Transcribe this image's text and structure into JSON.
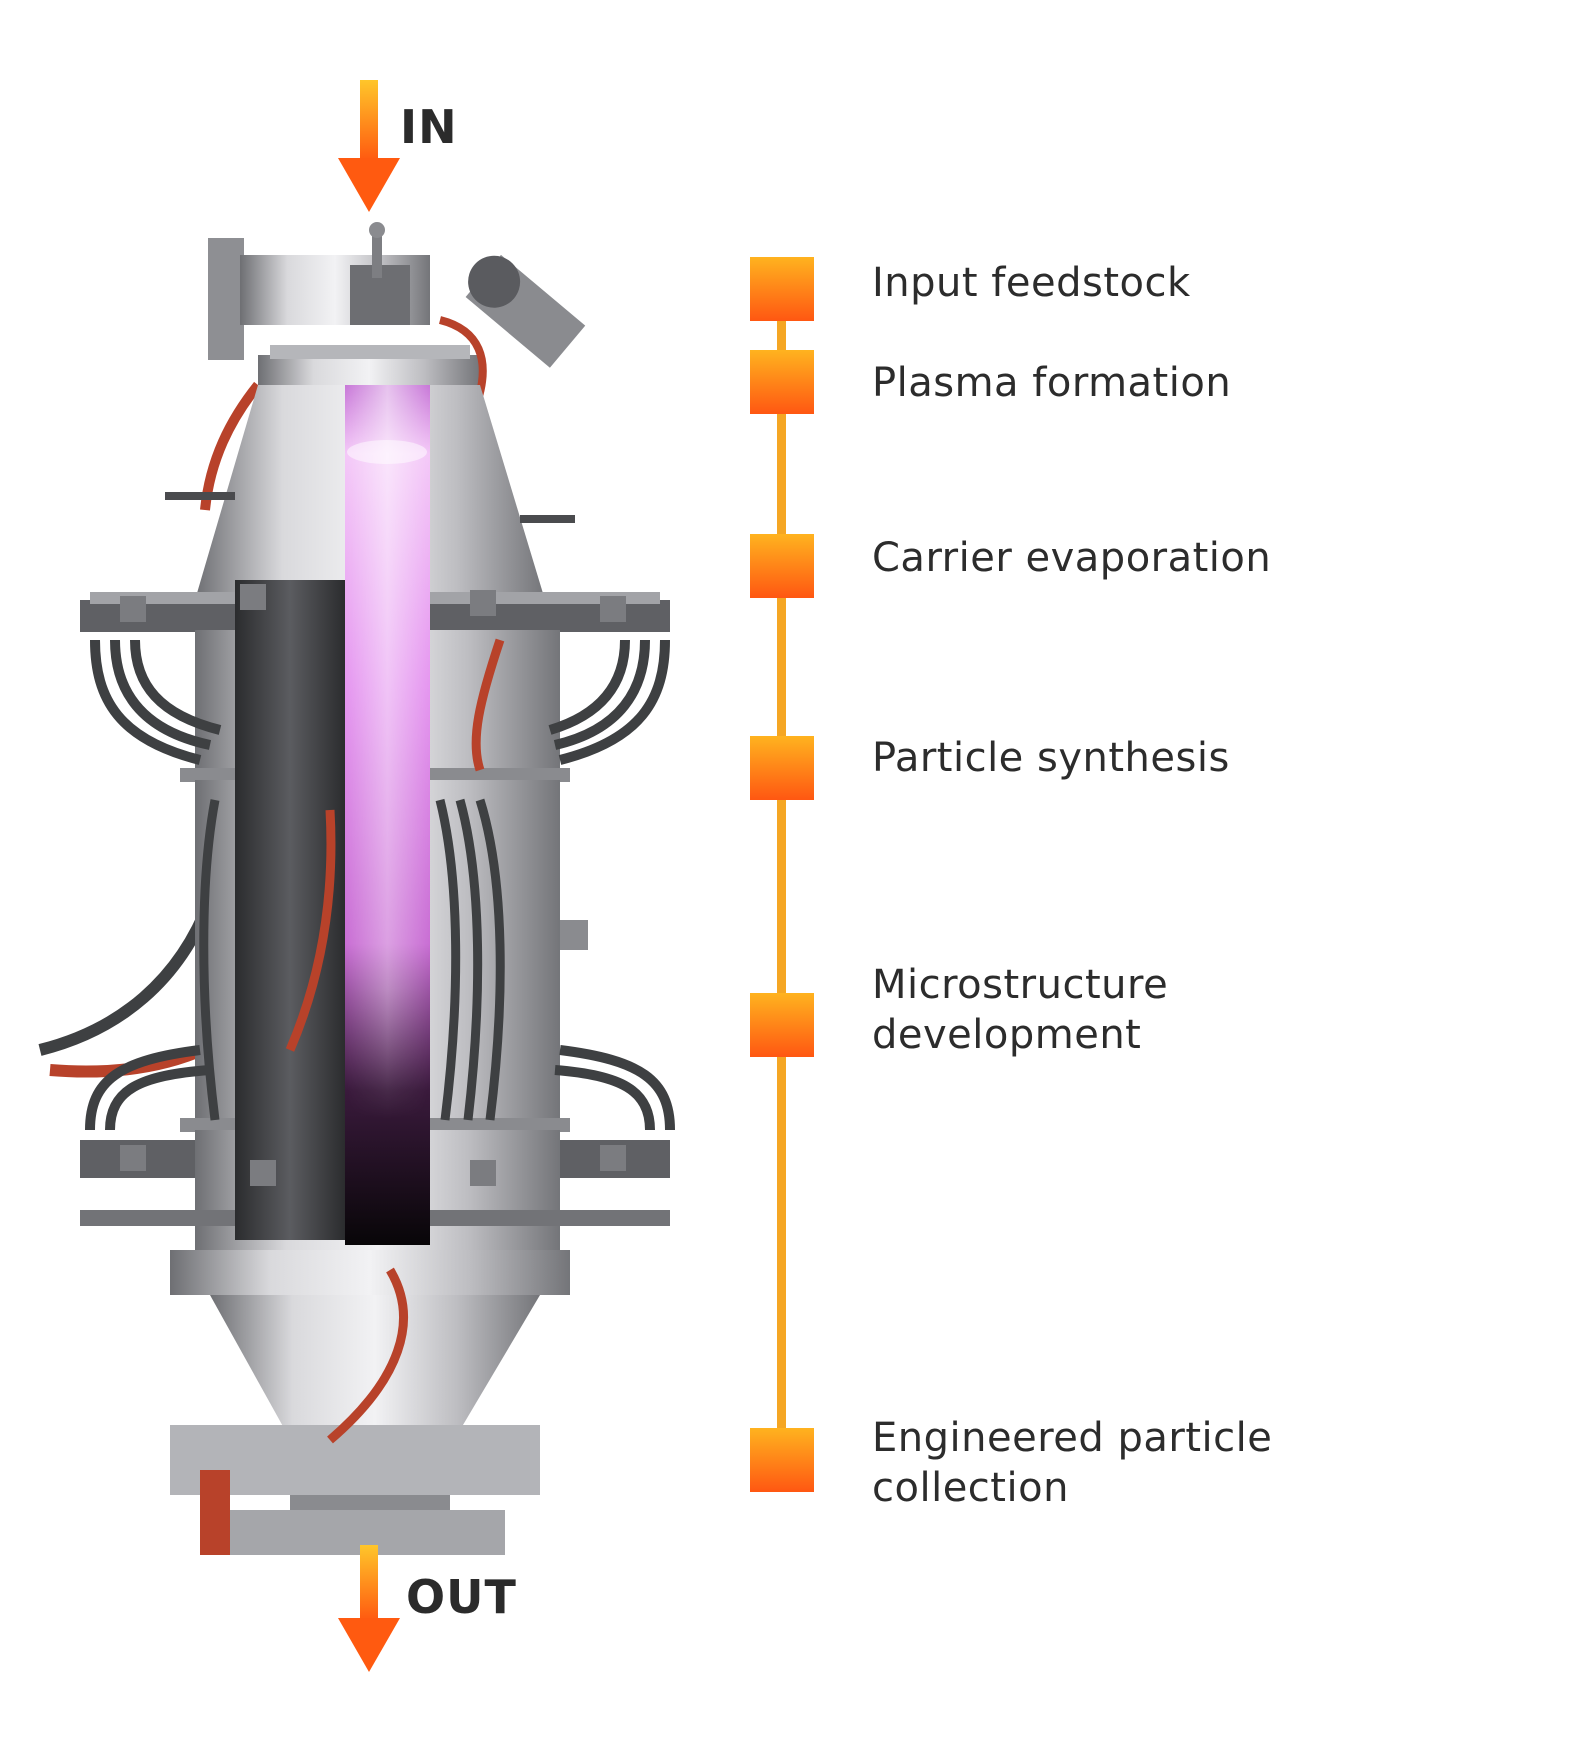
{
  "flow": {
    "in_label": "IN",
    "out_label": "OUT"
  },
  "steps": [
    {
      "label": "Input feedstock"
    },
    {
      "label": "Plasma formation"
    },
    {
      "label": "Carrier evaporation"
    },
    {
      "label": "Particle synthesis"
    },
    {
      "label": "Microstructure\ndevelopment"
    },
    {
      "label": "Engineered particle\ncollection"
    }
  ],
  "colors": {
    "accent_orange": "#ff6a13",
    "accent_yellow": "#ffb21f",
    "timeline_line": "#f5a623",
    "plasma_glow": "#e58bf0",
    "metal": "#a9a9ad",
    "hose_red": "#b8422a",
    "hose_gray": "#3e4042",
    "text": "#2c2c2c"
  },
  "icons": {
    "in_arrow": "arrow-down-icon",
    "out_arrow": "arrow-down-icon",
    "step_marker": "square-marker-icon"
  }
}
